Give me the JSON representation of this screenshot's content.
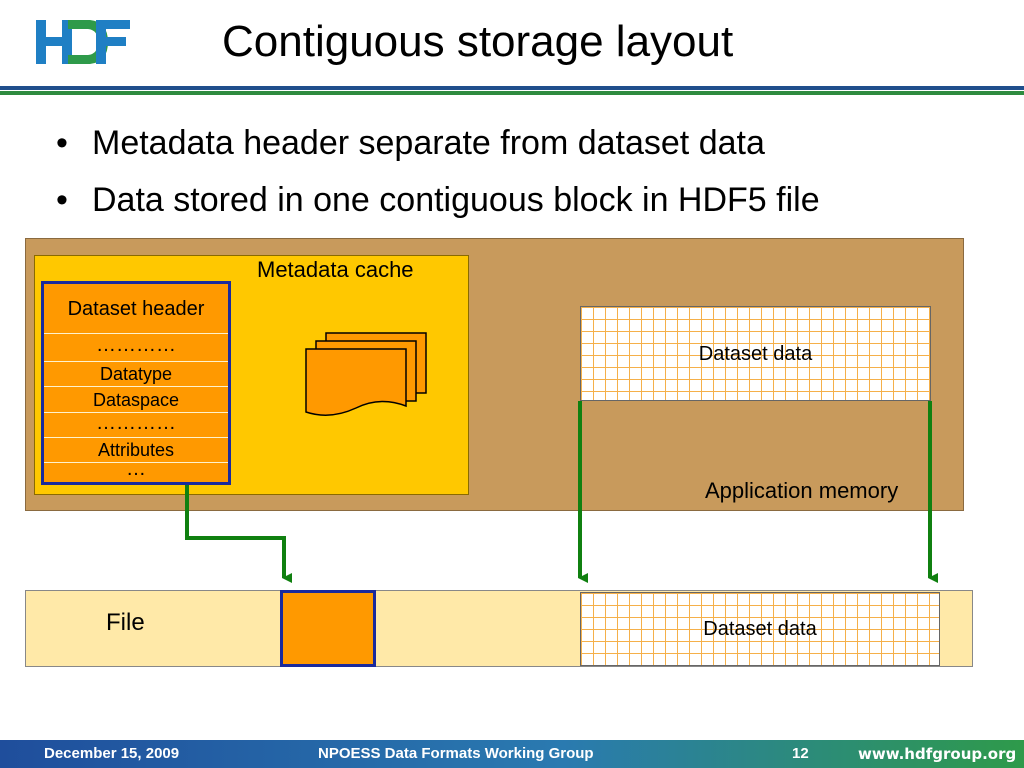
{
  "slide": {
    "title": "Contiguous storage layout",
    "bullets": [
      "Metadata header separate from dataset data",
      "Data stored in one contiguous block in HDF5 file"
    ],
    "bullet_glyph": "•"
  },
  "logo": {
    "icon": "hdf-logo",
    "colors": {
      "h": "#1f7fc4",
      "d": "#2e9a4a",
      "f": "#1f7fc4"
    }
  },
  "diagram": {
    "app_memory_label": "Application memory",
    "metadata_cache_label": "Metadata cache",
    "header_rows": [
      "Dataset header",
      "…………",
      "Datatype",
      "Dataspace",
      "…………",
      "Attributes",
      "…"
    ],
    "pages_icon": "document-stack-icon",
    "memory_dataset_label": "Dataset data",
    "file_label": "File",
    "file_dataset_label": "Dataset data"
  },
  "colors": {
    "app_memory": "#c89a5c",
    "metadata_cache": "#ffc800",
    "header_fill": "#ff9900",
    "header_border": "#1a2a9c",
    "arrow": "#108010",
    "file_strip": "#ffe9a8"
  },
  "footer": {
    "date": "December 15, 2009",
    "group": "NPOESS Data Formats Working Group",
    "page": "12",
    "url": "www.hdfgroup.org"
  }
}
